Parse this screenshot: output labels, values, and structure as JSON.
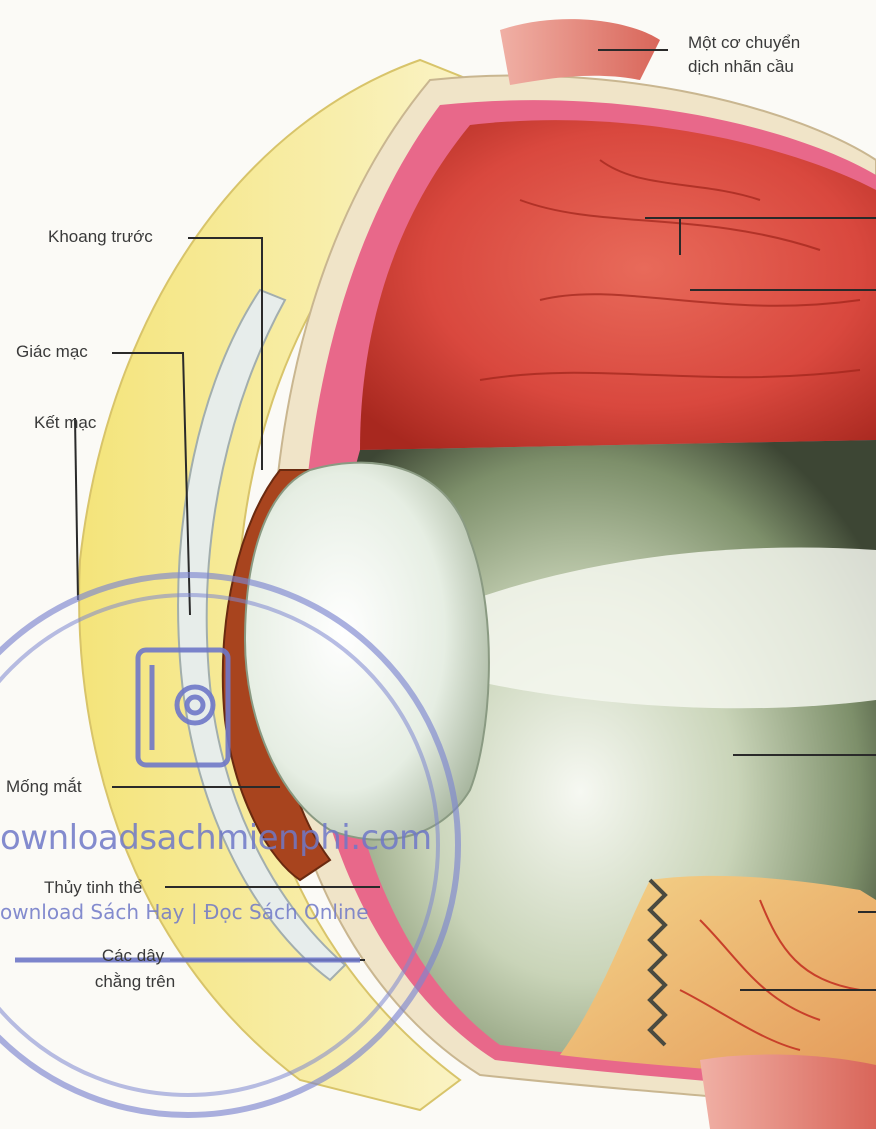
{
  "labels": {
    "muscle": [
      "Một cơ chuyển",
      "dịch nhãn cầu"
    ],
    "anterior_chamber": "Khoang trước",
    "cornea": "Giác mạc",
    "conjunctiva": "Kết mạc",
    "iris": "Mống mắt",
    "lens": "Thủy tinh thể",
    "ligaments": [
      "Các dây",
      "chằng trên"
    ]
  },
  "watermark": {
    "site": "ownloadsachmienphi.com",
    "tagline": "ownload Sách Hay | Đọc Sách Online",
    "icon": "book-at-sign-icon"
  },
  "colors": {
    "retina_red": "#d9483e",
    "sclera_pink": "#e8688a",
    "vitreous_green": "#9fb28c",
    "conjunctiva_yellow": "#f2e27a",
    "watermark_blue": "#6f78c8"
  }
}
